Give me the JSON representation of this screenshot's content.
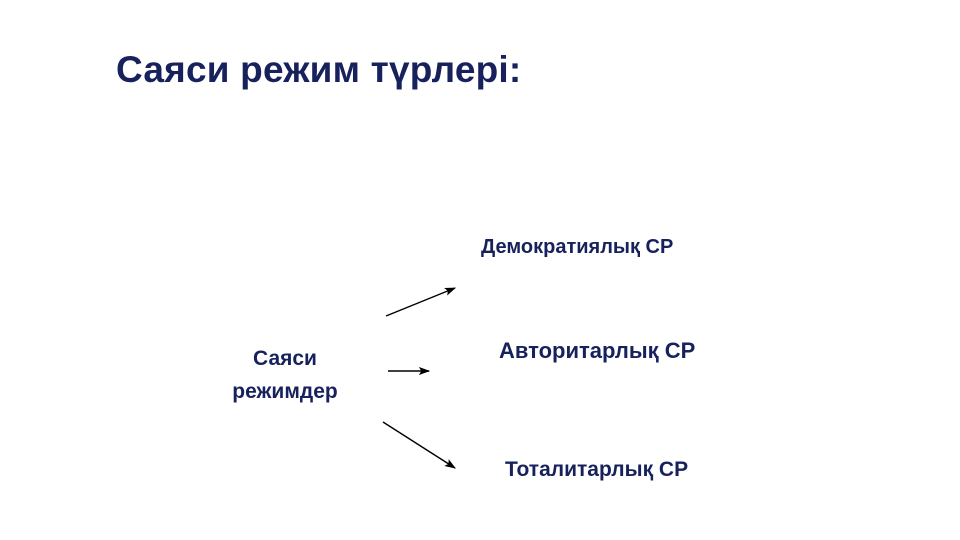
{
  "slide": {
    "background_color": "#ffffff",
    "text_color": "#17215c",
    "arrow_color": "#000000",
    "title": "Саяси режим түрлері:"
  },
  "diagram": {
    "source_node": {
      "line1": "Саяси",
      "line2": "режимдер"
    },
    "branches": [
      {
        "label": "Демократиялық СР",
        "arrow": "arrow-up-right"
      },
      {
        "label": "Авторитарлық СР",
        "arrow": "arrow-right"
      },
      {
        "label": "Тоталитарлық СР",
        "arrow": "arrow-down-right"
      }
    ]
  }
}
